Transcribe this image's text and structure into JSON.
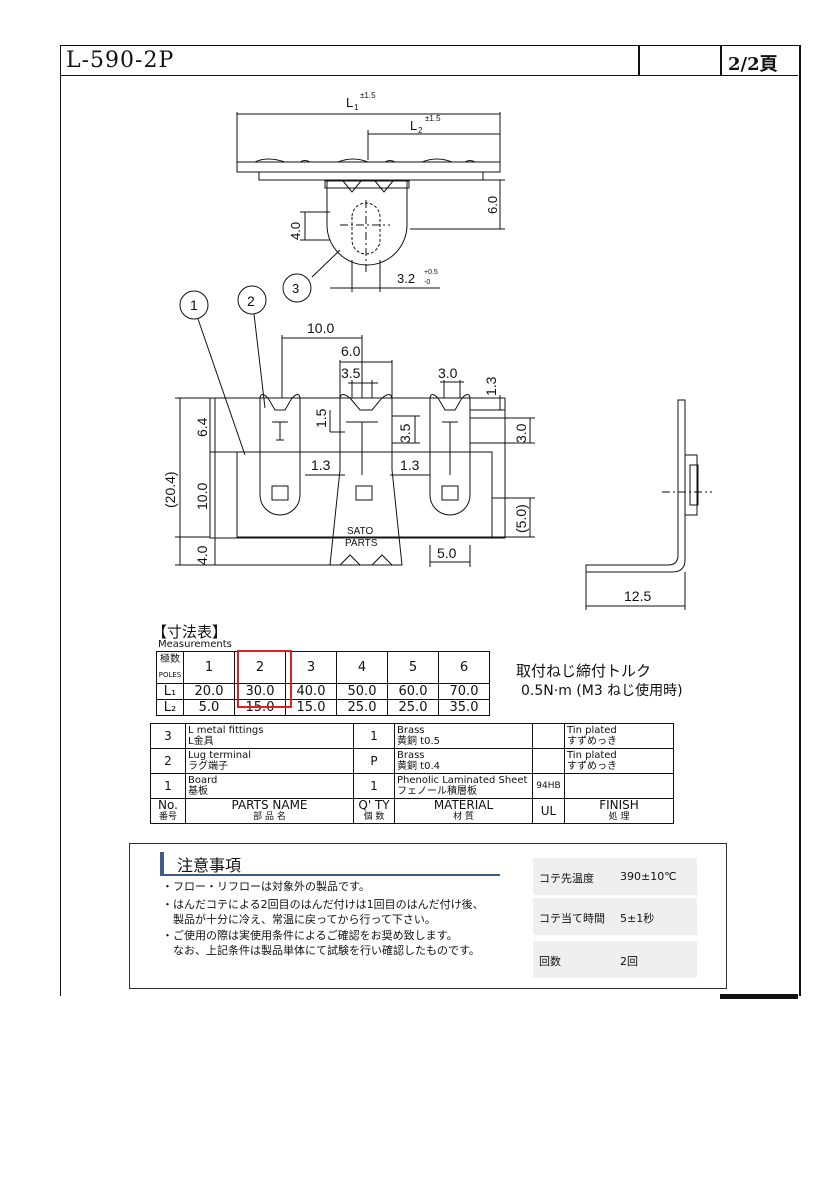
{
  "header": {
    "title": "L-590-2P",
    "page": "2/2頁"
  },
  "drawing": {
    "top_view": {
      "l1": "L",
      "l1_sub": "1",
      "l1_tol": "±1.5",
      "l2": "L",
      "l2_sub": "2",
      "l2_tol": "±1.5",
      "dim_6": "6.0",
      "dim_4": "4.0",
      "dim_32": "3.2",
      "dim_32_tol_up": "+0.5",
      "dim_32_tol_dn": "-0",
      "callout": "3"
    },
    "front_view": {
      "callout1": "1",
      "callout2": "2",
      "d10": "10.0",
      "d6": "6.0",
      "d35a": "3.5",
      "d30a": "3.0",
      "d13a": "1.3",
      "d15": "1.5",
      "d35b": "3.5",
      "d30b": "3.0",
      "d64": "6.4",
      "d204": "(20.4)",
      "d100": "10.0",
      "d40": "4.0",
      "d13b": "1.3",
      "d13c": "1.3",
      "d50": "(5.0)",
      "d5": "5.0",
      "brand1": "SATO",
      "brand2": "PARTS"
    },
    "side_view": {
      "d125": "12.5"
    }
  },
  "measurements": {
    "title": "【寸法表】",
    "subtitle": "Measurements",
    "poles_label_jp": "極数",
    "poles_label_en": "POLES",
    "poles": [
      "1",
      "2",
      "3",
      "4",
      "5",
      "6"
    ],
    "rows": [
      {
        "label": "L₁",
        "values": [
          "20.0",
          "30.0",
          "40.0",
          "50.0",
          "60.0",
          "70.0"
        ]
      },
      {
        "label": "L₂",
        "values": [
          "5.0",
          "15.0",
          "15.0",
          "25.0",
          "25.0",
          "35.0"
        ]
      }
    ],
    "highlight_color": "#e02020"
  },
  "torque": {
    "line1": "取付ねじ締付トルク",
    "line2": "0.5N·m (M3 ねじ使用時)"
  },
  "parts": {
    "rows": [
      {
        "no": "3",
        "name_en": "L metal fittings",
        "name_jp": "L金具",
        "qty": "1",
        "mat_en": "Brass",
        "mat_jp": "黄銅 t0.5",
        "ul": "",
        "fin_en": "Tin plated",
        "fin_jp": "すずめっき"
      },
      {
        "no": "2",
        "name_en": "Lug terminal",
        "name_jp": "ラグ端子",
        "qty": "P",
        "mat_en": "Brass",
        "mat_jp": "黄銅 t0.4",
        "ul": "",
        "fin_en": "Tin plated",
        "fin_jp": "すずめっき"
      },
      {
        "no": "1",
        "name_en": "Board",
        "name_jp": "基板",
        "qty": "1",
        "mat_en": "Phenolic Laminated Sheet",
        "mat_jp": "フェノール積層板",
        "ul": "94HB",
        "fin_en": "",
        "fin_jp": ""
      }
    ],
    "header": {
      "no_en": "No.",
      "no_jp": "番号",
      "name_en": "PARTS NAME",
      "name_jp": "部 品 名",
      "qty_en": "Q' TY",
      "qty_jp": "個 数",
      "mat_en": "MATERIAL",
      "mat_jp": "材 質",
      "ul": "UL",
      "fin_en": "FINISH",
      "fin_jp": "処 理"
    }
  },
  "notice": {
    "title": "注意事項",
    "lines": [
      "・フロー・リフローは対象外の製品です。",
      "・はんだコテによる2回目のはんだ付けは1回目のはんだ付け後、",
      "　製品が十分に冷え、常温に戻ってから行って下さい。",
      "・ご使用の際は実使用条件によるご確認をお奨め致します。",
      "　なお、上記条件は製品単体にて試験を行い確認したものです。"
    ],
    "specs": [
      {
        "label": "コテ先温度",
        "value": "390±10℃"
      },
      {
        "label": "コテ当て時間",
        "value": "5±1秒"
      },
      {
        "label": "回数",
        "value": "2回"
      }
    ],
    "accent": "#3d5a8a"
  }
}
